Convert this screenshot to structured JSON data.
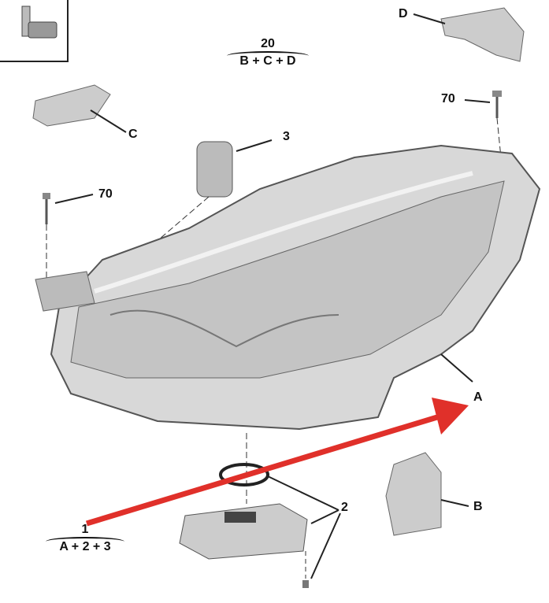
{
  "diagram": {
    "title_group": {
      "number": "20",
      "formula": "B + C + D"
    },
    "bottom_group": {
      "number": "1",
      "formula": "A + 2 + 3"
    },
    "labels": {
      "d": "D",
      "screw_right": "70",
      "c": "C",
      "part3": "3",
      "screw_left": "70",
      "a": "A",
      "part2": "2",
      "b": "B"
    },
    "arrow_color": "#e0302a"
  }
}
